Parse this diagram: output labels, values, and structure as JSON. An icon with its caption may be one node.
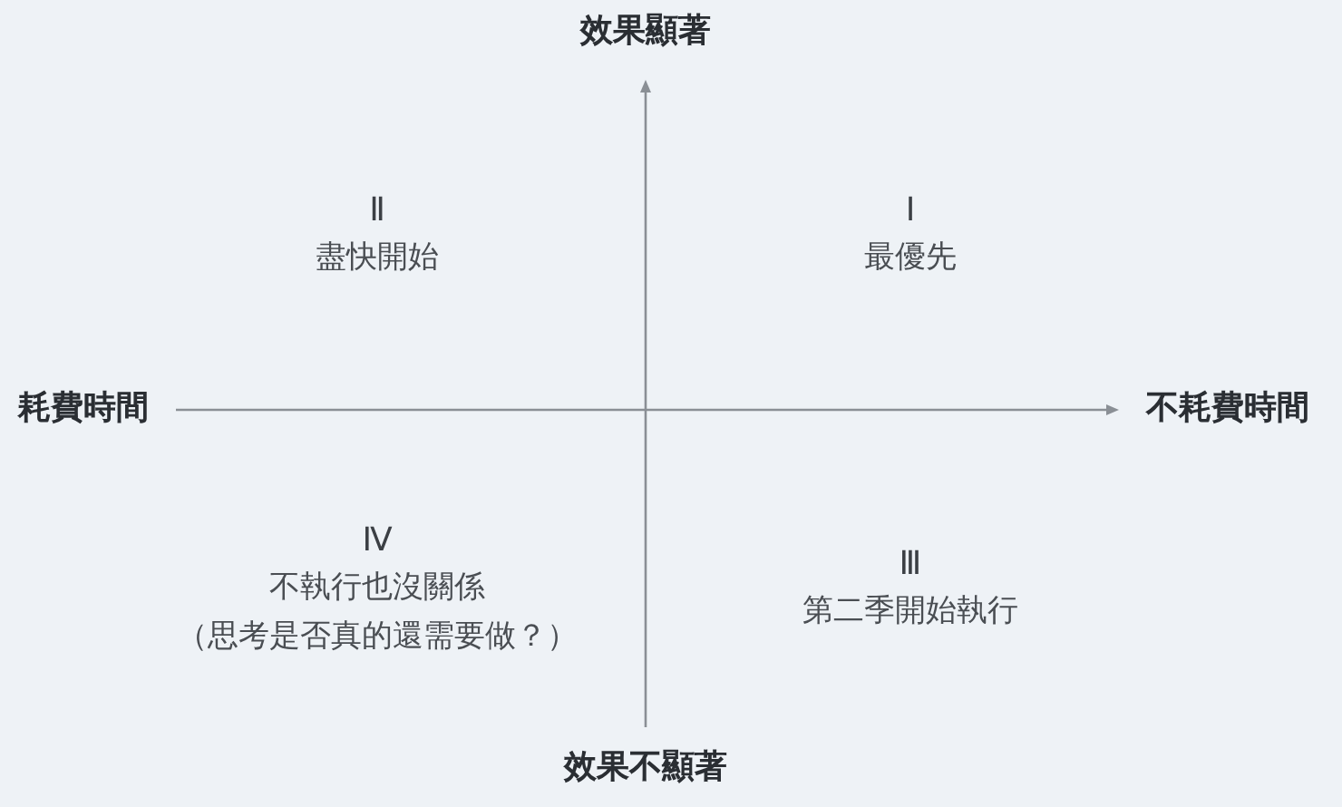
{
  "diagram": {
    "labels": [
      "效果顯著",
      "Ⅱ",
      "盡快開始",
      "Ⅰ",
      "最優先",
      "耗費時間",
      "不耗費時間",
      "Ⅳ",
      "不執行也沒關係",
      "（思考是否真的還需要做？）",
      "Ⅲ",
      "第二季開始執行",
      "效果不顯著"
    ]
  }
}
